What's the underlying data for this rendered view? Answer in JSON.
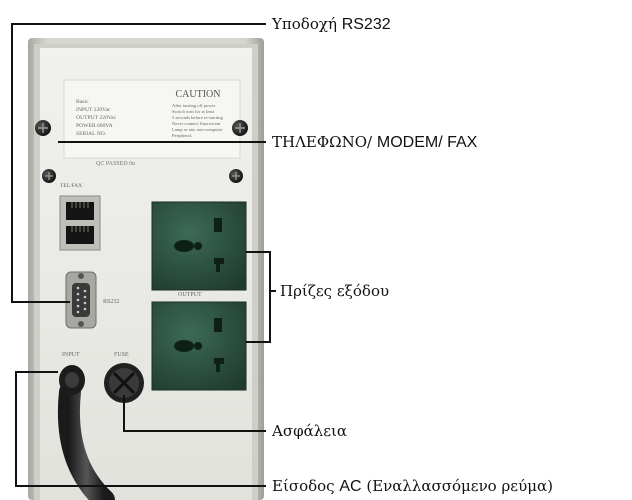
{
  "callouts": {
    "rs232": {
      "greek": "Υποδοχή ",
      "latin": "RS232"
    },
    "phone": {
      "greek": "ΤΗΛΕΦΩΝΟ/ ",
      "latin": "MODEM/ FAX"
    },
    "outlets": {
      "greek": "Πρίζες εξόδου",
      "latin": ""
    },
    "fuse": {
      "greek": "Ασφάλεια",
      "latin": ""
    },
    "ac_input": {
      "greek": "Είσοδος ",
      "latin": "AC",
      "greek2": " (Εναλλασσόμενο ρεύμα)"
    }
  },
  "panel": {
    "caution_title": "CAUTION",
    "caution_text": [
      "After turning off power",
      "Switch wait for at least",
      "5 seconds before re-starting",
      "Never connect fluorescent",
      "Lamp or any non-computer",
      "Peripheral."
    ],
    "spec_heading": "Basic",
    "spec_lines": [
      "INPUT    220Vac",
      "OUTPUT 220Vac",
      "POWER   600VA",
      "SERIAL NO."
    ],
    "qc_label": "QC PASSED  0n",
    "tel_label": "TEL/FAX",
    "rs232_label": "RS232",
    "output_label": "OUTPUT",
    "input_label": "INPUT",
    "fuse_label": "FUSE"
  },
  "colors": {
    "panel_face": "#e9e9e5",
    "panel_frame": "#c9c9c4",
    "socket_body": "#2f5645",
    "line": "#111111"
  }
}
